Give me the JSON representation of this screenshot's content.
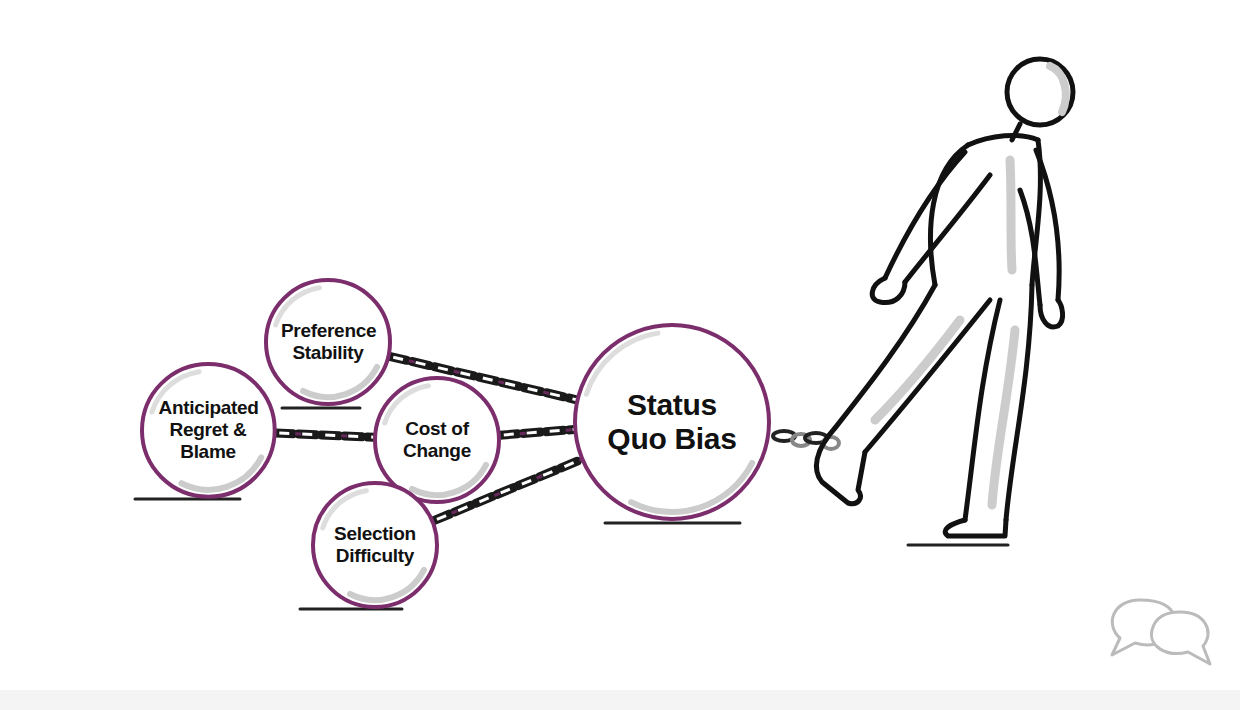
{
  "diagram": {
    "nodes": [
      {
        "text": [
          "Preference Stability"
        ]
      },
      {
        "text": [
          "Anticipated Regret & Blame"
        ]
      },
      {
        "text": [
          "Cost of Change"
        ]
      },
      {
        "text": [
          "Selection Difficulty"
        ]
      },
      {
        "text": [
          "Status Quo Bias"
        ]
      }
    ],
    "edges": [
      {
        "from": 0,
        "to": 4,
        "arrow": "none"
      },
      {
        "from": 1,
        "to": 2,
        "arrow": "none"
      },
      {
        "from": 2,
        "to": 4,
        "arrow": "none"
      },
      {
        "from": 3,
        "to": 4,
        "arrow": "none"
      }
    ]
  }
}
